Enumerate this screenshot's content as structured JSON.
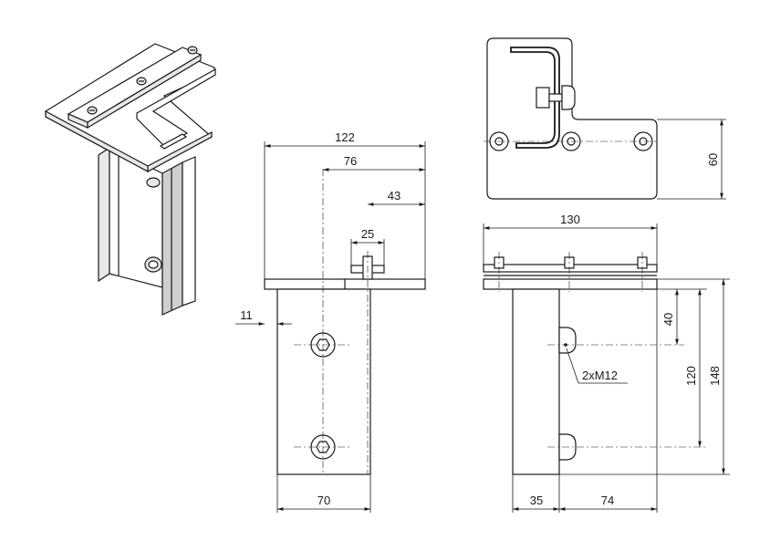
{
  "dimensions": {
    "front_width_total": "122",
    "front_offset_76": "76",
    "front_offset_43": "43",
    "front_slot_25": "25",
    "front_plate_thickness": "11",
    "front_body_width": "70",
    "top_height_60": "60",
    "side_width_130": "130",
    "side_hole_offset_40": "40",
    "side_hole_spacing_120": "120",
    "side_height_148": "148",
    "side_base_35": "35",
    "side_base_74": "74",
    "thread_note": "2xM12"
  }
}
